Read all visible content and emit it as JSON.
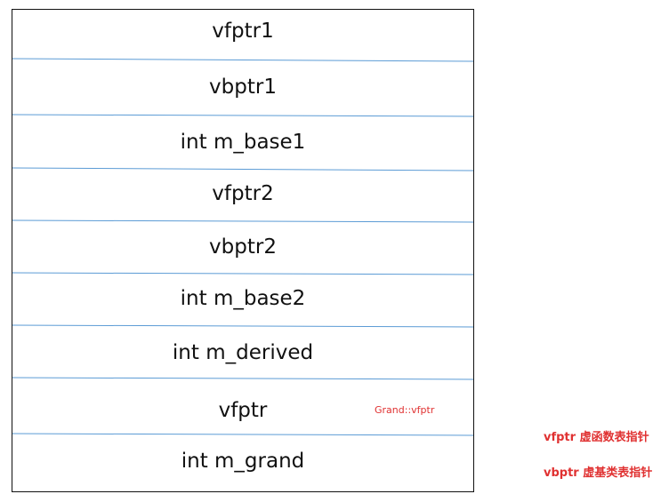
{
  "rows": [
    {
      "label": "vfptr1"
    },
    {
      "label": "vbptr1"
    },
    {
      "label": "int m_base1"
    },
    {
      "label": "vfptr2"
    },
    {
      "label": "vbptr2"
    },
    {
      "label": "int m_base2"
    },
    {
      "label": "int m_derived"
    },
    {
      "label": "vfptr"
    },
    {
      "label": "int m_grand"
    }
  ],
  "annotation": {
    "text": "Grand::vfptr"
  },
  "legend": [
    {
      "text": "vfptr 虚函数表指针"
    },
    {
      "text": "vbptr 虚基类表指针"
    }
  ],
  "colors": {
    "divider": "#5b9bd5",
    "border": "#111111",
    "annotation": "#e03131",
    "text": "#111111"
  }
}
